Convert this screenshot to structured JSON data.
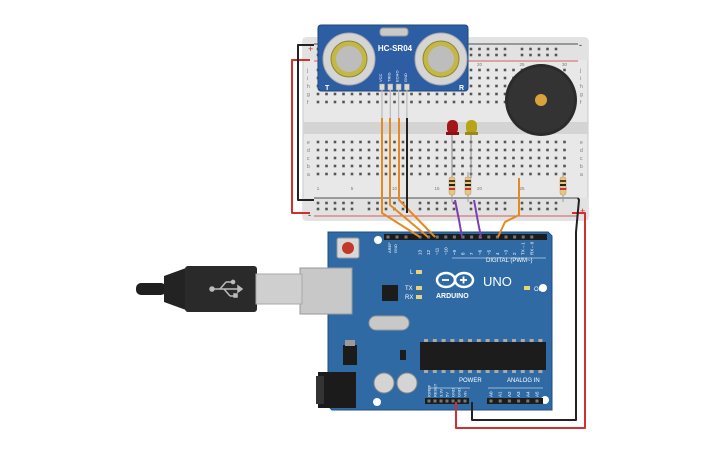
{
  "sensor": {
    "model": "HC-SR04",
    "pins": [
      "VCC",
      "TRIG",
      "ECHO",
      "GND"
    ],
    "left_letter": "T",
    "right_letter": "R"
  },
  "breadboard": {
    "rows_top": [
      "j",
      "i",
      "h",
      "g",
      "f"
    ],
    "rows_bottom": [
      "e",
      "d",
      "c",
      "b",
      "a"
    ],
    "column_numbers": [
      "1",
      "5",
      "10",
      "15",
      "20",
      "25",
      "30"
    ],
    "rail_plus": "+",
    "rail_minus": "-"
  },
  "arduino": {
    "brand": "ARDUINO",
    "model": "UNO",
    "digital_label": "DIGITAL (PWM~)",
    "power_label": "POWER",
    "analog_label": "ANALOG IN",
    "on_label": "ON",
    "led_labels": [
      "L",
      "TX",
      "RX"
    ],
    "aref": "AREF",
    "gnd": "GND",
    "digital_pins": [
      "13",
      "12",
      "~11",
      "~10",
      "~9",
      "8",
      "7",
      "~6",
      "~5",
      "4",
      "~3",
      "2",
      "TX→1",
      "RX←0"
    ],
    "power_pins": [
      "IOREF",
      "RESET",
      "3.3V",
      "5V",
      "GND",
      "GND",
      "Vin"
    ],
    "analog_pins": [
      "A0",
      "A1",
      "A2",
      "A3",
      "A4",
      "A5"
    ]
  },
  "colors": {
    "board_blue": "#2f6aa5",
    "wire_red": "#d32f2f",
    "wire_black": "#222222",
    "wire_orange": "#e58a1f",
    "wire_purple": "#7b3fb0",
    "led_red": "#a3161a",
    "led_yellow": "#b8a418",
    "breadboard": "#e7e7e7"
  }
}
